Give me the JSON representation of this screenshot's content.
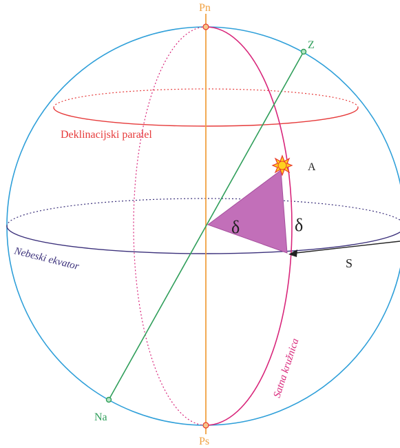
{
  "labels": {
    "pn": "Pn",
    "ps": "Ps",
    "z": "Z",
    "na": "Na",
    "a": "A",
    "s": "S",
    "declination_parallel": "Deklinacijski paralel",
    "celestial_equator": "Nebeski ekvator",
    "hour_circle": "Satna kružnica",
    "delta_center": "δ",
    "delta_arc": "δ"
  },
  "colors": {
    "sphere": "#2e9fd9",
    "axis": "#f0a040",
    "hour_circle": "#d8257a",
    "parallel": "#e63a3a",
    "equator": "#3a2f7a",
    "zenith_line": "#2f9e5a",
    "delta_fill": "#c26fb9",
    "sun_fill": "#ffd21f",
    "sun_stroke": "#e8392b"
  },
  "icons": {
    "sun": "sun-icon"
  }
}
